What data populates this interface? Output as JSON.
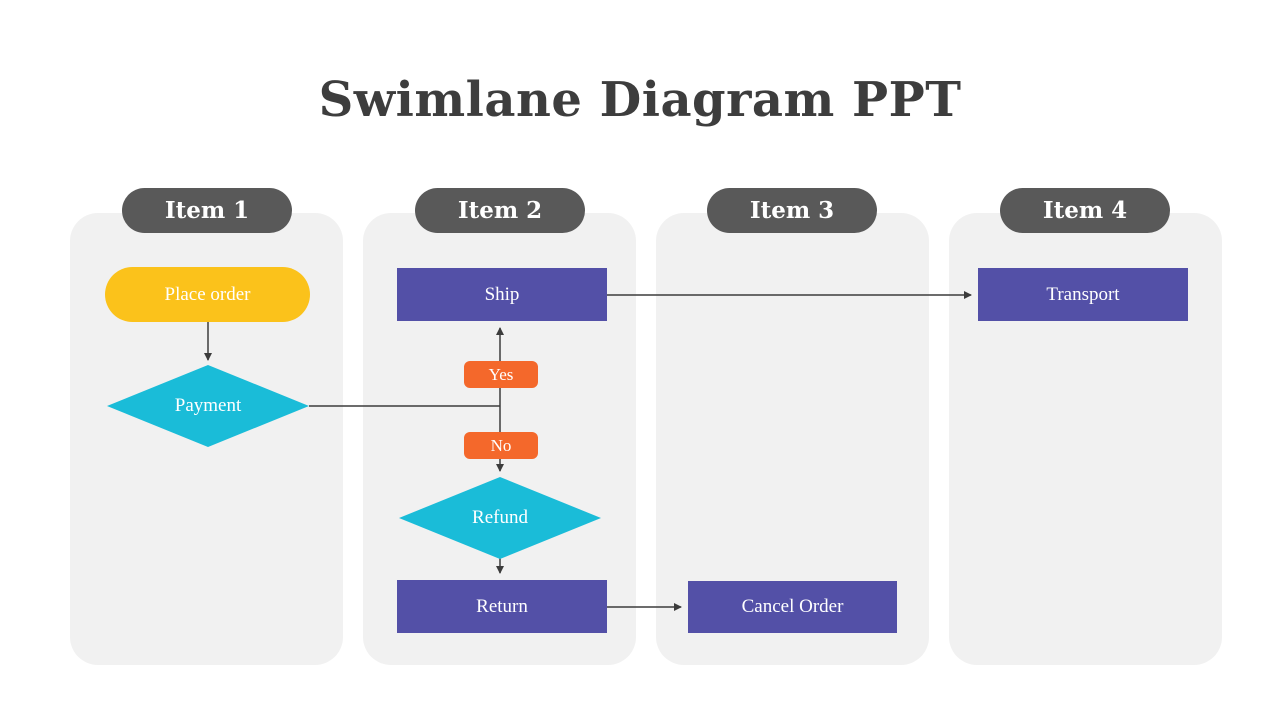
{
  "title": "Swimlane Diagram PPT",
  "colors": {
    "title_text": "#3D3D3D",
    "lane_background": "#F1F1F1",
    "lane_header_background": "#595959",
    "lane_header_text": "#FFFFFF",
    "node_yellow": "#FBC21B",
    "node_cyan": "#1ABCD8",
    "node_purple": "#5350A7",
    "badge_orange": "#F4682B",
    "connector": "#3C3C3C",
    "node_text": "#FFFFFF"
  },
  "lanes": [
    {
      "label": "Item 1"
    },
    {
      "label": "Item 2"
    },
    {
      "label": "Item 3"
    },
    {
      "label": "Item 4"
    }
  ],
  "nodes": {
    "place_order": {
      "label": "Place order",
      "shape": "stadium",
      "lane": "Item 1",
      "color": "#FBC21B"
    },
    "payment": {
      "label": "Payment",
      "shape": "diamond",
      "lane": "Item 1",
      "color": "#1ABCD8"
    },
    "ship": {
      "label": "Ship",
      "shape": "rectangle",
      "lane": "Item 2",
      "color": "#5350A7"
    },
    "refund": {
      "label": "Refund",
      "shape": "diamond",
      "lane": "Item 2",
      "color": "#1ABCD8"
    },
    "return": {
      "label": "Return",
      "shape": "rectangle",
      "lane": "Item 2",
      "color": "#5350A7"
    },
    "cancel_order": {
      "label": "Cancel Order",
      "shape": "rectangle",
      "lane": "Item 3",
      "color": "#5350A7"
    },
    "transport": {
      "label": "Transport",
      "shape": "rectangle",
      "lane": "Item 4",
      "color": "#5350A7"
    }
  },
  "edge_labels": {
    "yes": {
      "label": "Yes",
      "color": "#F4682B"
    },
    "no": {
      "label": "No",
      "color": "#F4682B"
    }
  },
  "edges": [
    {
      "from": "Place order",
      "to": "Payment"
    },
    {
      "from": "Payment",
      "to": "Ship",
      "label": "Yes"
    },
    {
      "from": "Payment",
      "to": "Refund",
      "label": "No"
    },
    {
      "from": "Ship",
      "to": "Transport"
    },
    {
      "from": "Refund",
      "to": "Return"
    },
    {
      "from": "Return",
      "to": "Cancel Order"
    }
  ]
}
